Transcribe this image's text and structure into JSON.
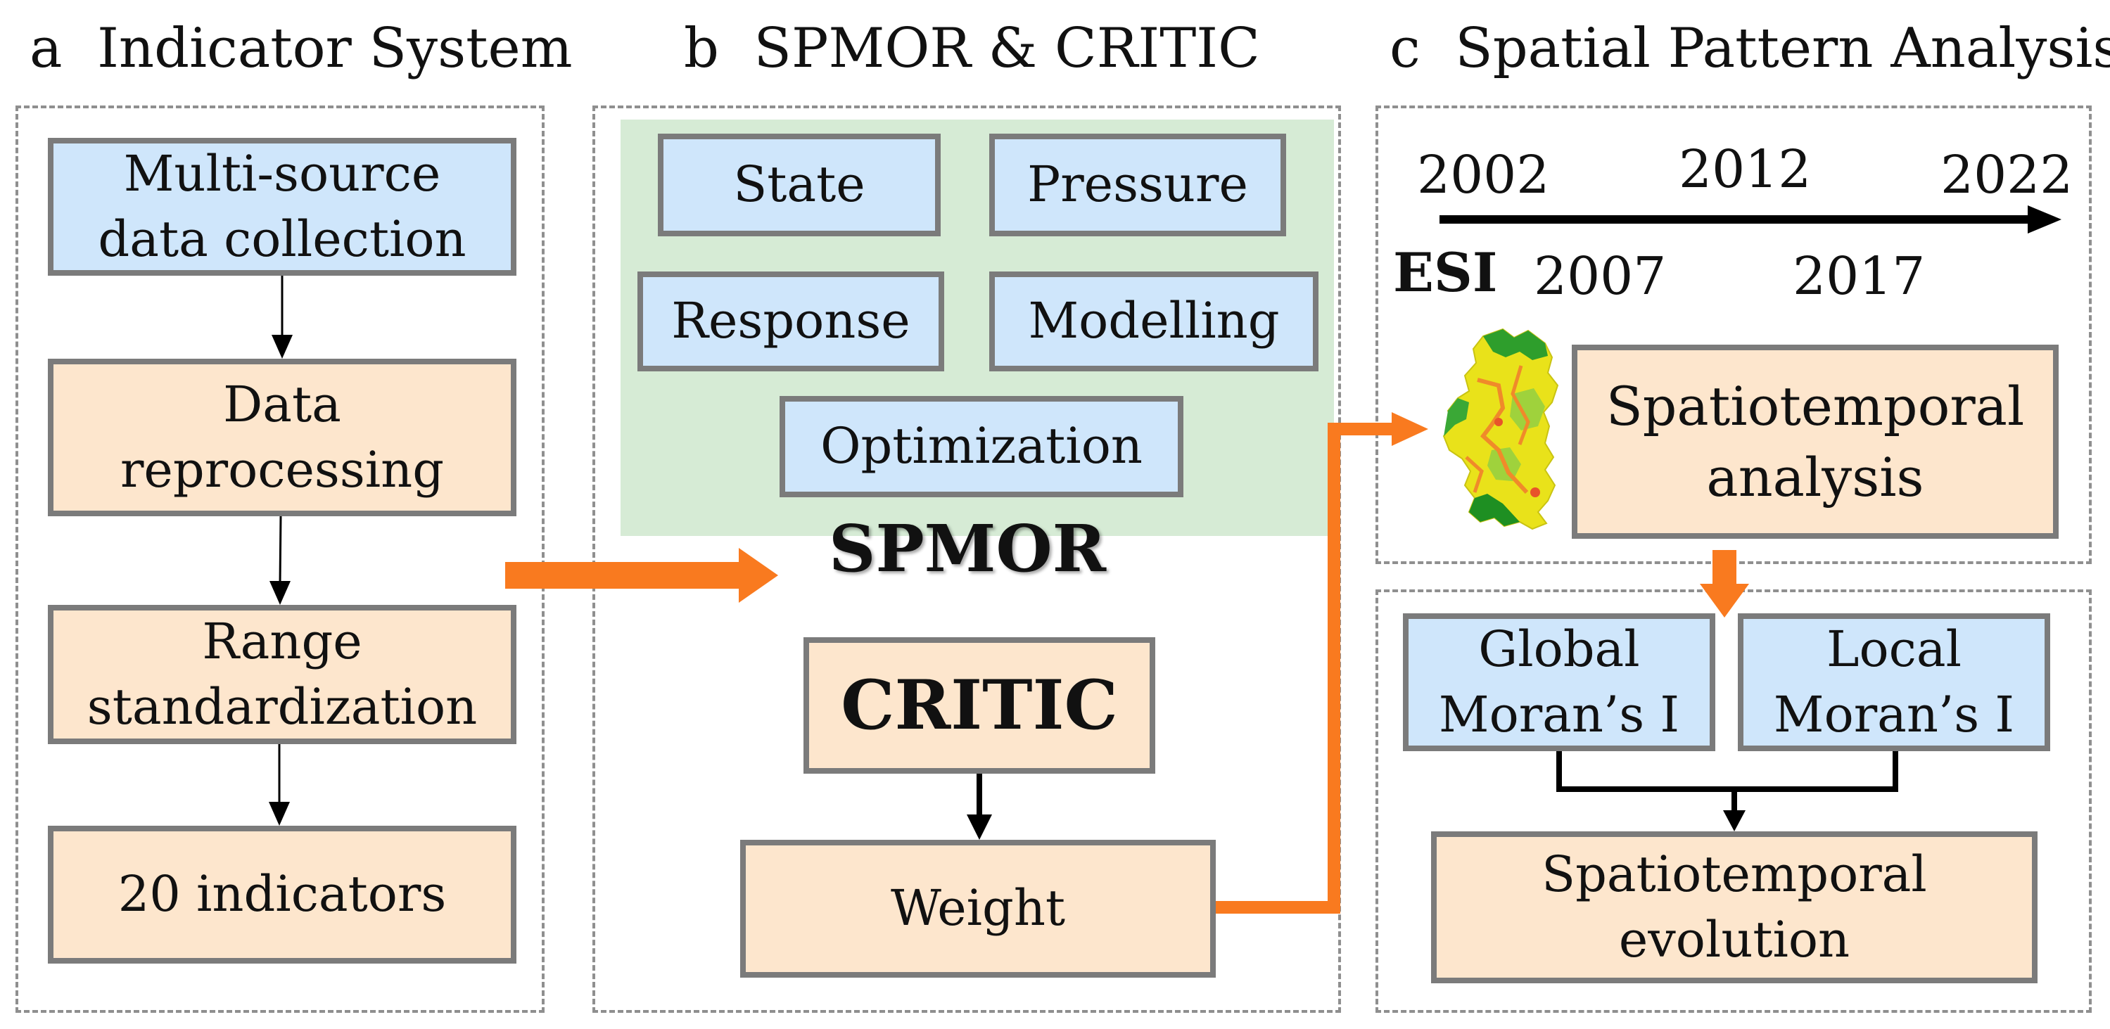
{
  "panels": {
    "a": {
      "letter": "a",
      "title": "Indicator System",
      "boxes": {
        "collection": "Multi-source\ndata collection",
        "reprocessing": "Data\nreprocessing",
        "standardization": "Range\nstandardization",
        "indicators": "20 indicators"
      }
    },
    "b": {
      "letter": "b",
      "title": "SPMOR & CRITIC",
      "spmor_items": {
        "state": "State",
        "pressure": "Pressure",
        "response": "Response",
        "modelling": "Modelling",
        "optimization": "Optimization"
      },
      "spmor_label": "SPMOR",
      "critic": "CRITIC",
      "weight": "Weight"
    },
    "c": {
      "letter": "c",
      "title": "Spatial Pattern Analysis",
      "years_top": [
        "2002",
        "2012",
        "2022"
      ],
      "years_bottom": [
        "2007",
        "2017"
      ],
      "esi_label": "ESI",
      "spatiotemporal_analysis": "Spatiotemporal\nanalysis",
      "global_moran": "Global\nMoran’s I",
      "local_moran": "Local\nMoran’s I",
      "spatiotemporal_evolution": "Spatiotemporal\nevolution"
    }
  },
  "colors": {
    "blue_box": "#cfe6fb",
    "peach_box": "#fde6cd",
    "green_region": "#d6ebd5",
    "orange_arrow": "#f97a1f",
    "box_border": "#7b7b7b"
  }
}
